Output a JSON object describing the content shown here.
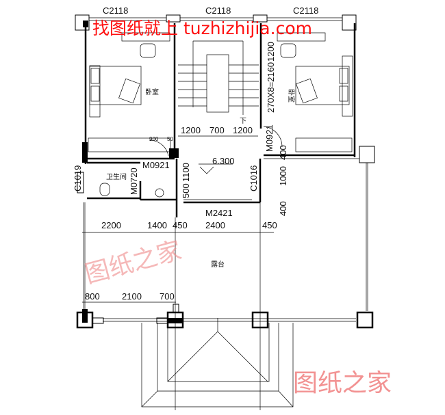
{
  "windows": {
    "top_left": "C2118",
    "top_mid": "C2118",
    "top_right": "C2118",
    "left_wall": "C1019",
    "landing": "C1016"
  },
  "doors": {
    "bedroom_left": "M0921",
    "bedroom_right": "M0921",
    "bath": "M0720",
    "terrace": "M2421",
    "door_swing": "900",
    "door_offset": "50"
  },
  "rooms": {
    "bedroom_left": "卧室",
    "bedroom_right": "卧室",
    "bath": "卫生间",
    "terrace": "露台"
  },
  "stair": {
    "dims": [
      "1200",
      "700",
      "1200"
    ],
    "run": "270X8=2160",
    "top": "1200",
    "down_label": "下"
  },
  "level": "6.300",
  "dims": {
    "landing_left": [
      "500",
      "1100"
    ],
    "right_side": [
      "1000",
      "400",
      "400"
    ],
    "row1": [
      "2200",
      "1400",
      "450",
      "2400",
      "450"
    ],
    "row2": [
      "800",
      "2100",
      "700"
    ]
  },
  "watermarks": {
    "top": "找图纸就上 tuzhizhijia.com",
    "diag": "图纸之家",
    "bottom": "图纸之家"
  },
  "colors": {
    "watermark": "#ff1010",
    "line": "#000000"
  }
}
